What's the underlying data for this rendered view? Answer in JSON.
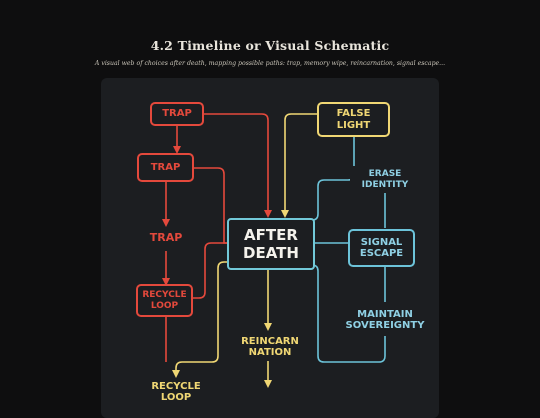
{
  "header": {
    "title": "4.2 Timeline or Visual Schematic",
    "subtitle": "A visual web of choices after death, mapping possible paths: trap, memory wipe, reincarnation, signal escape..."
  },
  "diagram": {
    "center": "AFTER DEATH",
    "nodes": {
      "trap_top": "TRAP",
      "trap_mid": "TRAP",
      "trap_plain": "TRAP",
      "recycle_loop_box": "RECYCLE LOOP",
      "recycle_loop_bottom": "RECYCLE LOOP",
      "false_light": "FALSE LIGHT",
      "erase_identity": "ERASE IDENTITY",
      "signal_escape": "SIGNAL ESCAPE",
      "maintain_sovereignty": "MAINTAIN SOVEREIGNTY",
      "reincarnation": "REINCARN NATION"
    },
    "colors": {
      "trap": "#e4493c",
      "light": "#f0d774",
      "escape": "#6cc3d9",
      "panel": "#1c1e21",
      "background": "#0e0e0f"
    }
  }
}
